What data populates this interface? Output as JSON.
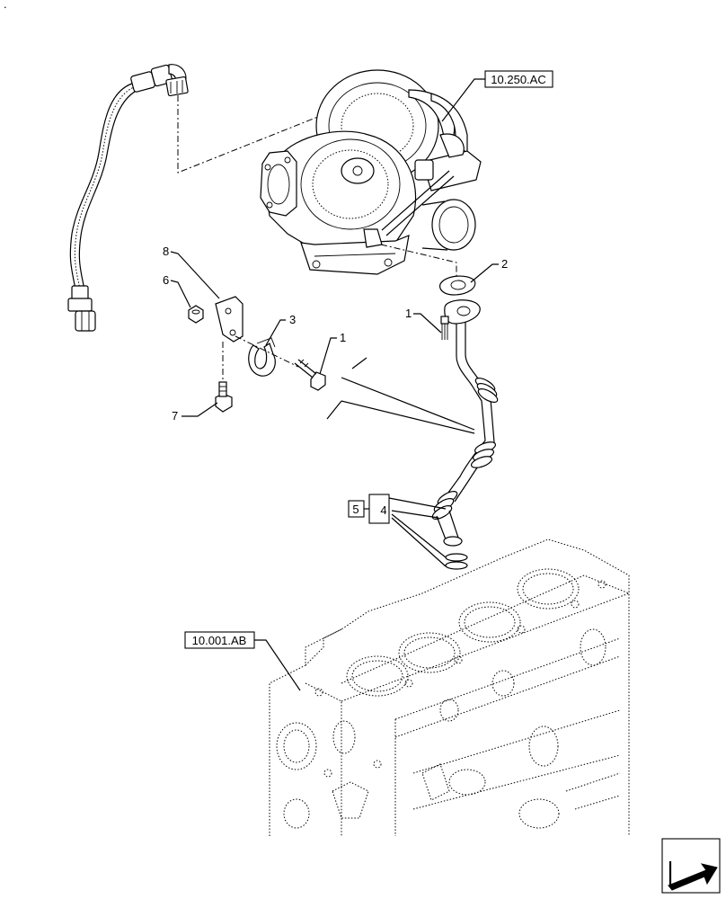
{
  "corner_mark": ".",
  "references": {
    "turbo_ref": "10.250.AC",
    "block_ref": "10.001.AB"
  },
  "callouts": {
    "c1a": "1",
    "c1b": "1",
    "c2": "2",
    "c3": "3",
    "c4": "4",
    "c5": "5",
    "c6": "6",
    "c7": "7",
    "c8": "8"
  },
  "icons": {
    "nav_arrow": "arrow-icon"
  },
  "colors": {
    "line": "#000000",
    "background": "#ffffff"
  }
}
